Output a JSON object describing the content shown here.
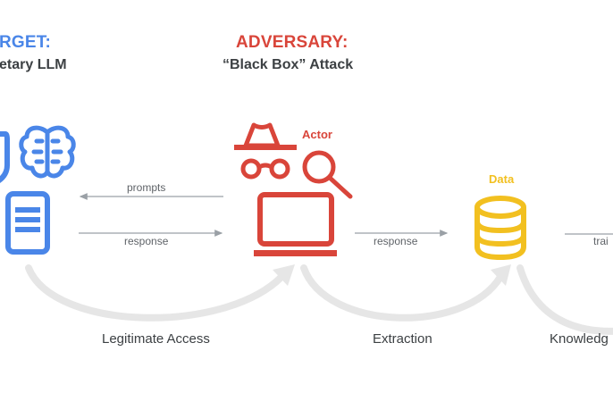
{
  "colors": {
    "target": "#4a86e8",
    "adversary": "#d9453a",
    "data": "#f2c020",
    "arrow_line": "#9aa0a6",
    "flow_arc": "#e6e6e6",
    "text_dark": "#3c4043",
    "text_mid": "#5f6368"
  },
  "target": {
    "heading": "RGET:",
    "subheading": "etary LLM",
    "icons": [
      "shield-icon",
      "brain-icon",
      "document-icon"
    ]
  },
  "adversary": {
    "heading": "ADVERSARY:",
    "subheading": "“Black Box” Attack",
    "actor_label": "Actor",
    "icons": [
      "spy-hat-glasses-icon",
      "magnifier-icon",
      "laptop-icon"
    ]
  },
  "data_node": {
    "label": "Data",
    "icon": "database-icon"
  },
  "arrows": {
    "prompts": "prompts",
    "response_1": "response",
    "response_2": "response",
    "train": "trai"
  },
  "flows": {
    "legitimate_access": "Legitimate Access",
    "extraction": "Extraction",
    "knowledge": "Knowledg"
  }
}
